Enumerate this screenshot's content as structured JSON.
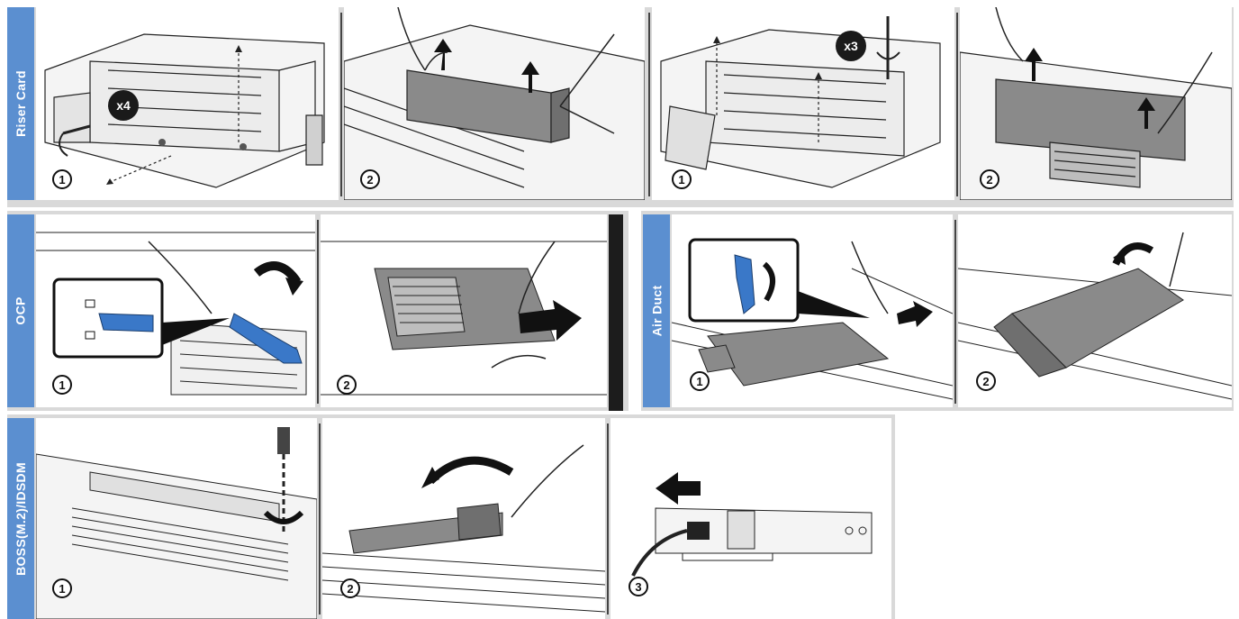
{
  "sections": {
    "riser": {
      "label": "Riser Card"
    },
    "ocp": {
      "label": "OCP"
    },
    "airduct": {
      "label": "Air Duct"
    },
    "boss": {
      "label": "BOSS(M.2)/IDSDM"
    }
  },
  "panels": {
    "riser_a_1": {
      "step": "1",
      "badge": "x4"
    },
    "riser_a_2": {
      "step": "2"
    },
    "riser_b_1": {
      "step": "1",
      "badge": "x3"
    },
    "riser_b_2": {
      "step": "2"
    },
    "ocp_1": {
      "step": "1"
    },
    "ocp_2": {
      "step": "2"
    },
    "airduct_1": {
      "step": "1"
    },
    "airduct_2": {
      "step": "2"
    },
    "boss_1": {
      "step": "1"
    },
    "boss_2": {
      "step": "2"
    },
    "boss_3": {
      "step": "3"
    }
  },
  "colors": {
    "section_tag": "#5b8fd0",
    "highlight_part": "#3a78c8",
    "band": "#d9d9d9",
    "part_gray": "#8a8a8a"
  }
}
